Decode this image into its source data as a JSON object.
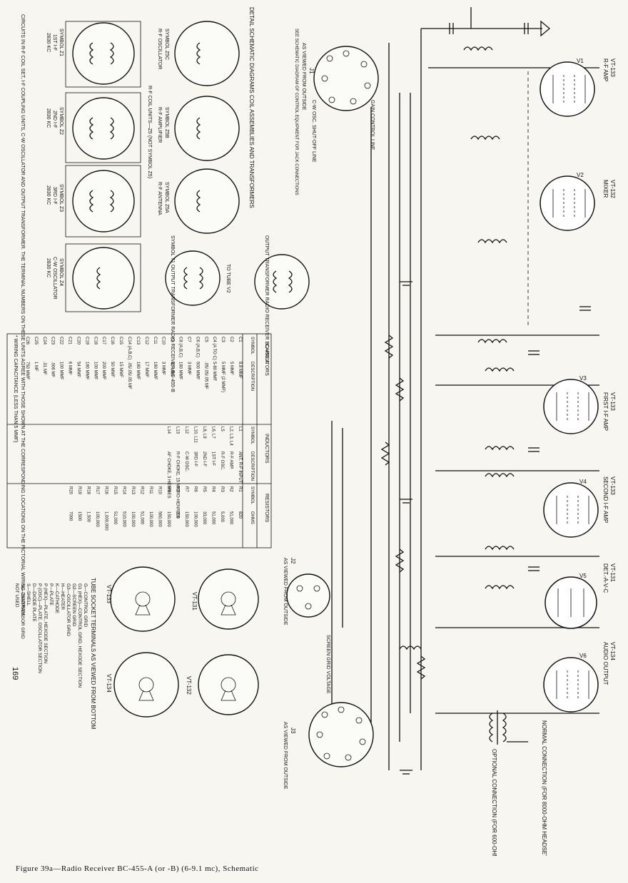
{
  "caption": "Figure 39a—Radio Receiver BC-455-A (or -B) (6-9.1 mc), Schematic",
  "page_number": "169",
  "tubes": [
    {
      "id": "V1",
      "name": "R-F AMP",
      "type": "VT-133"
    },
    {
      "id": "V2",
      "name": "MIXER",
      "type": "VT-132"
    },
    {
      "id": "V3",
      "name": "FIRST I-F AMP",
      "type": "VT-133"
    },
    {
      "id": "V4",
      "name": "SECOND I-F AMP",
      "type": "VT-133"
    },
    {
      "id": "V5",
      "name": "DET.-A-V-C",
      "type": "VT-131"
    },
    {
      "id": "V6",
      "name": "AUDIO OUTPUT",
      "type": "VT-134"
    }
  ],
  "jacks": {
    "j1_title": "J1",
    "j1_note1": "AS VIEWED FROM OUTSIDE",
    "j1_note2": "SEE SCHEMATIC DIAGRAM OF CONTROL EQUIPMENT FOR JACK CONNECTIONS",
    "j2_title": "J2",
    "j2_note": "AS VIEWED FROM OUTSIDE",
    "j3_title": "J3",
    "j3_note": "AS VIEWED FROM OUTSIDE",
    "cw_shutoff": "C-W OSC. SHUT-OFF LINE",
    "gain_control": "GAIN CONTROL LINE",
    "screen_grid": "SCREEN GRID VOLTAGE"
  },
  "headsets": {
    "normal": "NORMAL CONNECTION (FOR 8000-OHM HEADSETS)",
    "optional": "OPTIONAL CONNECTION (FOR 600-OHM HEADSETS)"
  },
  "coil_panel": {
    "title": "DETAIL SCHEMATIC DIAGRAMS COIL ASSEMBLIES AND TRANSFORMERS",
    "units": [
      {
        "symbol": "SYMBOL Z5A",
        "desc": "R-F ANTENNA"
      },
      {
        "symbol": "SYMBOL Z5B",
        "desc": "R-F AMPLIFIER"
      },
      {
        "symbol": "SYMBOL Z5C",
        "desc": "R-F OSCILLATOR"
      }
    ],
    "rf_coil_note": "R-F COIL UNITS—Z5 (NOT SYMBOL Z5)",
    "if_units": [
      {
        "symbol": "SYMBOL Z1",
        "desc": "1ST I-F",
        "freq": "2830 KC"
      },
      {
        "symbol": "SYMBOL Z2",
        "desc": "2ND I-F",
        "freq": "2830 KC"
      },
      {
        "symbol": "SYMBOL Z3",
        "desc": "3RD I-F",
        "freq": "2830 KC"
      },
      {
        "symbol": "SYMBOL Z4",
        "desc": "C-W OSCILLATOR",
        "freq": "2830 KC"
      }
    ],
    "t1": "SYMBOL T1 OUTPUT TRANSFORMER RADIO RECEIVER BC-455-B",
    "t1a": "OUTPUT TRANSFORMER RADIO RECEIVER BC-455-A",
    "to_tube": "TO TUBE V2",
    "footnote": "CIRCUITS IN R-F COIL SET, I-F COUPLING UNITS, C-W OSCILLATOR AND OUTPUT TRANSFORMER. THE TERMINAL NUMBERS ON THESE UNITS AGREE WITH THOSE SHOWN AT THE CORRESPONDING LOCATIONS ON THE PICTORIAL WIRING DIAGRAM."
  },
  "parts_table": {
    "sections": [
      {
        "title": "CAPACITORS",
        "headers": [
          "SYMBOL",
          "DESCRIPTION"
        ],
        "rows": [
          [
            "C1",
            "8.8 MMF"
          ],
          [
            "C2",
            "5 MMF"
          ],
          [
            "C3",
            "5 MMF (2 MMF)"
          ],
          [
            "C4 (A TO C)",
            "5-80 MMF"
          ],
          [
            "C5",
            ".05/.05/.05 MF"
          ],
          [
            "C6 (A,B,C)",
            "500 MMF"
          ],
          [
            "C7",
            "3 MMF"
          ],
          [
            "C8 (A,B,C)",
            "180 MMF"
          ],
          [
            "C9",
            "40 MMF"
          ],
          [
            "C10",
            "3 MMF"
          ],
          [
            "C11",
            "180 MMF"
          ],
          [
            "C12",
            "17 MMF"
          ],
          [
            "C13",
            "180 MMF"
          ],
          [
            "C14 (A,B,C)",
            ".05/.05/.05 MF"
          ],
          [
            "C15",
            "15 MMF"
          ],
          [
            "C16",
            "50 MMF"
          ],
          [
            "C17",
            "200 MMF"
          ],
          [
            "C18",
            "100 MMF"
          ],
          [
            "C19",
            "180 MMF"
          ],
          [
            "C20",
            "54 MMF"
          ],
          [
            "C21",
            "6 MMF"
          ],
          [
            "C22",
            "100 MMF"
          ],
          [
            "C23",
            ".006 MF"
          ],
          [
            "C24",
            ".01 MF"
          ],
          [
            "C25",
            "1 MF"
          ],
          [
            "C26",
            "750 MMF"
          ]
        ]
      },
      {
        "title": "INDUCTORS",
        "headers": [
          "SYMBOL",
          "DESCRIPTION"
        ],
        "rows": [
          [
            "L1",
            "ANT. R-F INPUT"
          ],
          [
            "L2, L3, L4",
            "R-F AMP."
          ],
          [
            "L5",
            "R-F OSC."
          ],
          [
            "L6, L7",
            "1ST I-F"
          ],
          [
            "L8, L9",
            "2ND I-F"
          ],
          [
            "L10, L11",
            "3RD I-F"
          ],
          [
            "L12",
            "C-W OSC."
          ],
          [
            "L13",
            "R-F CHOKE, 15 MICRO-HENRIES"
          ],
          [
            "L14",
            "AF CHOKE, 3 HENRIES"
          ]
        ]
      },
      {
        "title": "RESISTORS",
        "headers": [
          "SYMBOL",
          "OHMS"
        ],
        "rows": [
          [
            "R1",
            "820"
          ],
          [
            "R2",
            "51,000"
          ],
          [
            "R3",
            "5,000"
          ],
          [
            "R4",
            "51,000"
          ],
          [
            "R5",
            "33,000"
          ],
          [
            "R6",
            "100,000"
          ],
          [
            "R7",
            "150,000"
          ],
          [
            "R8",
            "200"
          ],
          [
            "R9",
            "150,000"
          ],
          [
            "R10",
            "560,000"
          ],
          [
            "R11",
            "100,000"
          ],
          [
            "R12",
            "51,000"
          ],
          [
            "R13",
            "100,000"
          ],
          [
            "R14",
            "510,000"
          ],
          [
            "R15",
            "51,000"
          ],
          [
            "R16",
            "1,000,000"
          ],
          [
            "R17",
            "100,000"
          ],
          [
            "R18",
            "1,500"
          ],
          [
            "R19",
            "1500"
          ],
          [
            "R20",
            "7000"
          ]
        ]
      }
    ],
    "footnote": "* WIRING CAPACITANCE (LESS THAN 5 MMF)"
  },
  "sockets": {
    "title": "TUBE SOCKET TERMINALS AS VIEWED FROM BOTTOM",
    "tubes": [
      "VT-133",
      "VT-131",
      "VT-134",
      "VT-132"
    ],
    "legend": [
      "G—CONTROL GRID",
      "G1 (HEX)—CONTROL GRID, HEXODE SECTION",
      "G2—SCREEN GRID",
      "G3—OSCILLATOR GRID",
      "H—HEATER",
      "K—CATHODE",
      "P—PLATE",
      "P (HEX)—PLATE, HEXODE SECTION",
      "P (OSC)—PLATE, OSCILLATOR SECTION",
      "D—DIODE PLATE",
      "S—SHELL",
      "Su—SUPPRESSOR GRID",
      "NOT USED"
    ]
  }
}
